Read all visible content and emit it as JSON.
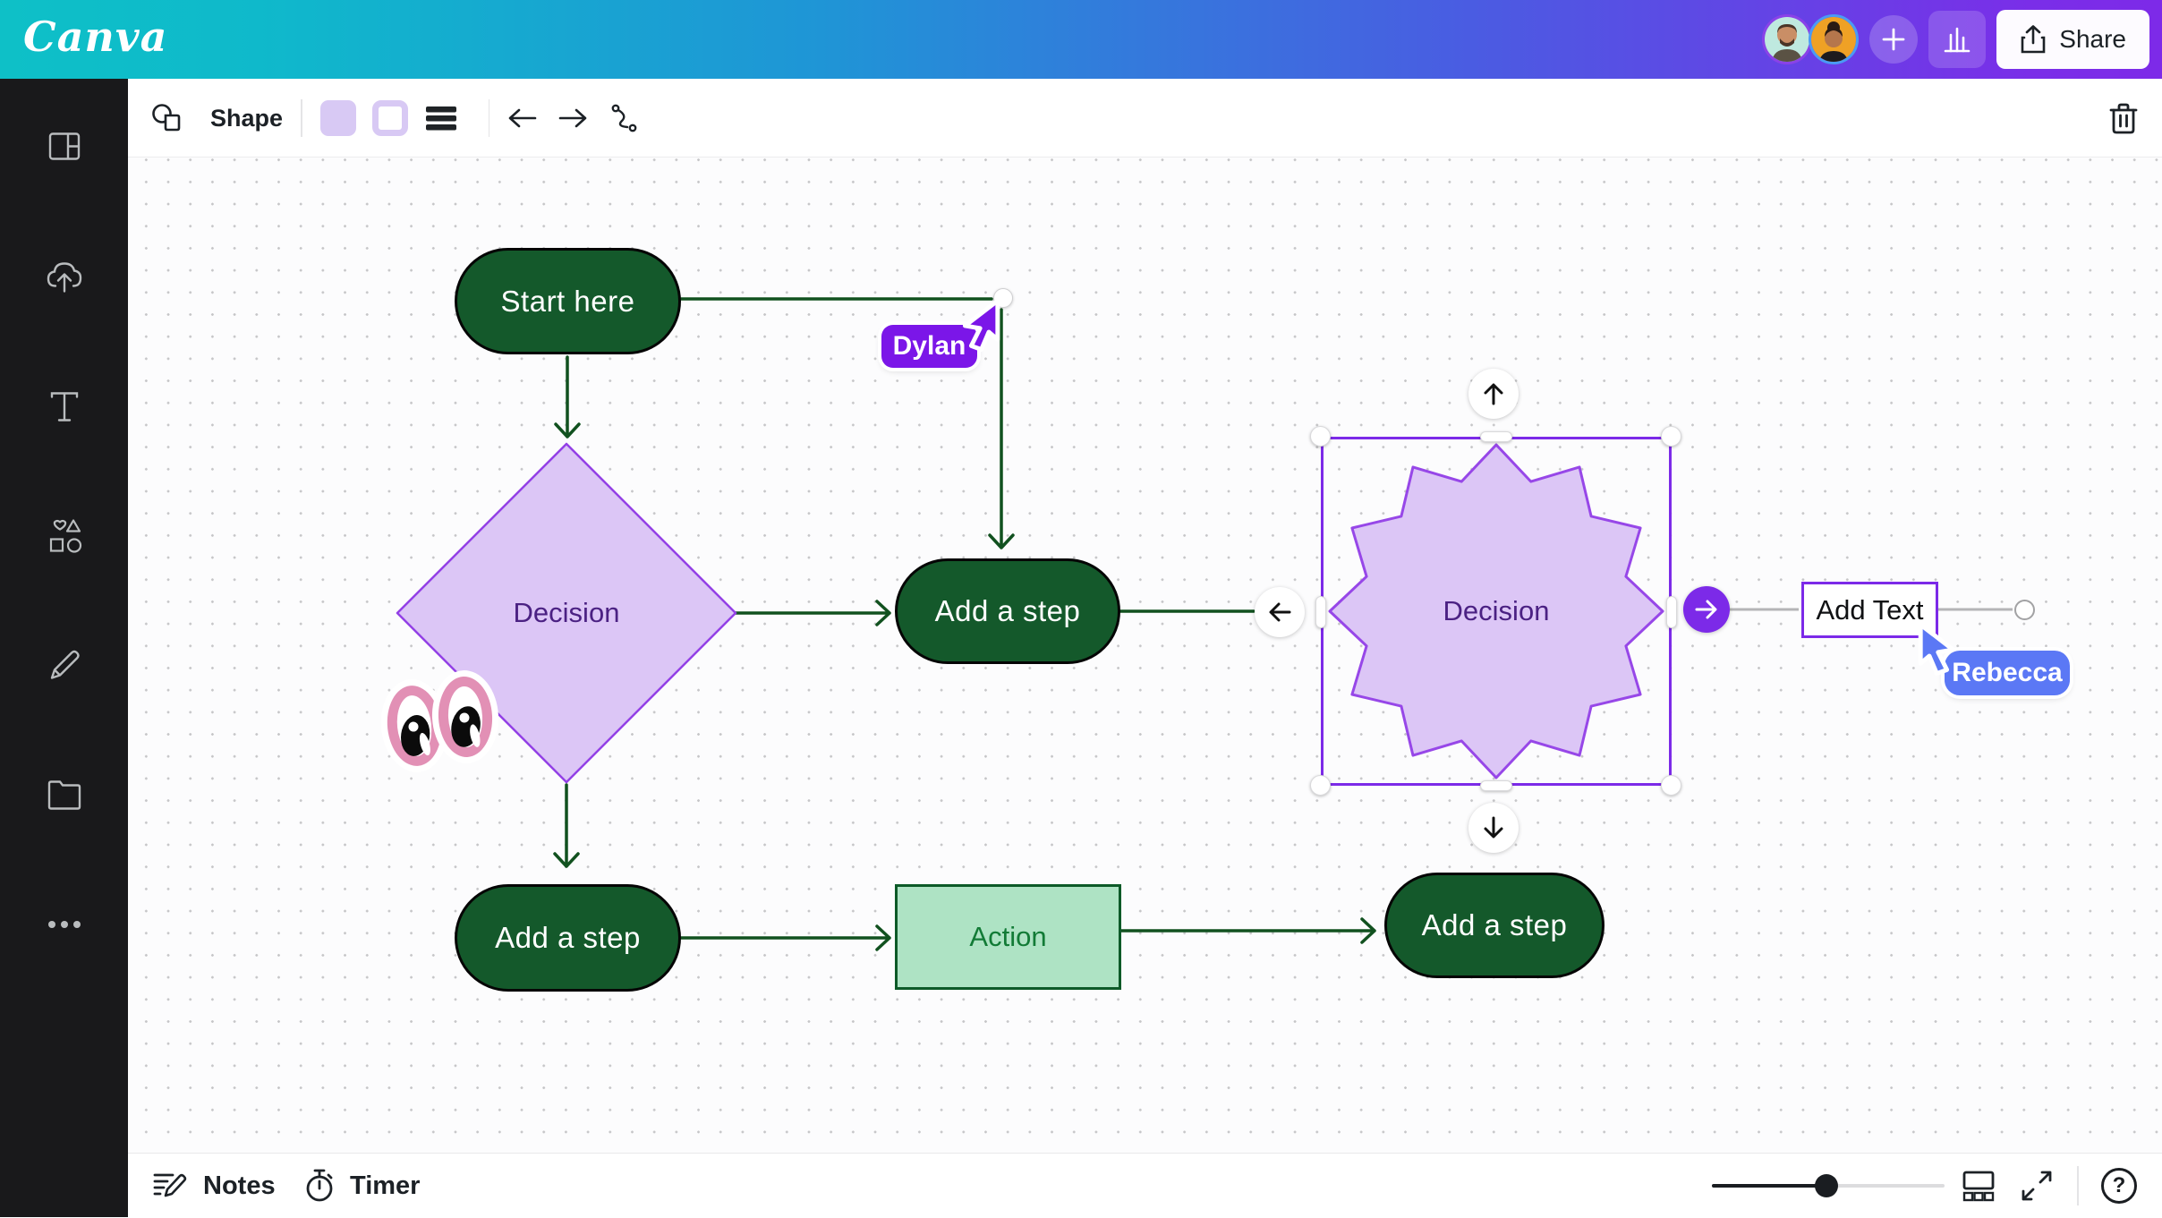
{
  "topbar": {
    "logo": "Canva",
    "share_label": "Share",
    "avatars": [
      {
        "name": "avatar-man",
        "ring_color": "#8a42e8",
        "bg": "#bfe9df"
      },
      {
        "name": "avatar-woman",
        "ring_color": "#4a9bf5",
        "bg": "#efa125"
      }
    ]
  },
  "toolbar": {
    "shape_label": "Shape"
  },
  "bottombar": {
    "notes_label": "Notes",
    "timer_label": "Timer",
    "help_label": "?",
    "zoom_fraction": 0.49
  },
  "canvas": {
    "nodes": {
      "start": "Start here",
      "decision_diamond": "Decision",
      "add_step_mid": "Add a step",
      "decision_star": "Decision",
      "add_text": "Add Text",
      "add_step_bottom_left": "Add a step",
      "action": "Action",
      "add_step_bottom_right": "Add a step"
    },
    "cursors": {
      "dylan": "Dylan",
      "rebecca": "Rebecca"
    },
    "stickers": [
      "googly-eyes"
    ]
  },
  "icons": [
    "design-panel-icon",
    "uploads-icon",
    "text-icon",
    "elements-icon",
    "draw-icon",
    "projects-icon",
    "more-icon",
    "shape-icon",
    "fill-swatch",
    "border-swatch",
    "border-weight-icon",
    "arrow-left-icon",
    "arrow-right-icon",
    "connector-icon",
    "trash-icon",
    "plus-icon",
    "chart-icon",
    "share-icon",
    "notes-icon",
    "timer-icon",
    "pages-icon",
    "expand-icon",
    "help-icon"
  ],
  "colors": {
    "accent_purple": "#7c2ae8",
    "green_fill": "#14592b",
    "green_line": "#11511f",
    "shape_purple_fill": "#dcc6f6",
    "shape_purple_stroke": "#9340e6",
    "mint_fill": "#aee3c4",
    "mint_text": "#127b36",
    "cursor_blue": "#5b78f5",
    "cursor_purple": "#7b16e8",
    "gray_line": "#b5b5b7"
  }
}
